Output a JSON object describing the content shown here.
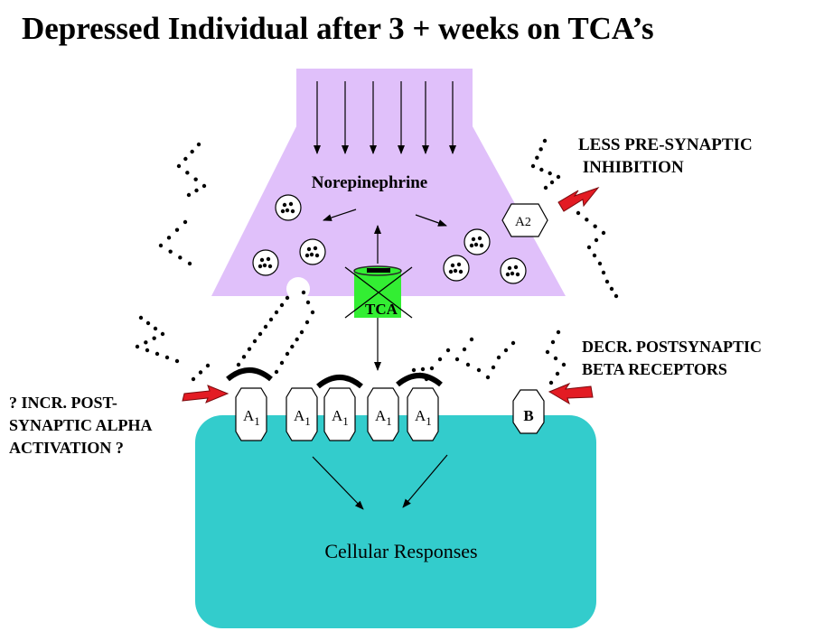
{
  "title": "Depressed Individual after 3 + weeks on TCA’s",
  "colors": {
    "presynaptic": "#e0c0fa",
    "postsynaptic": "#33cccc",
    "drug": "#33ee33",
    "arrow_callout": "#e31b23",
    "receptor_cap": "#000000"
  },
  "presynaptic": {
    "label": "Norepinephrine",
    "drug_label": "TCA",
    "autoreceptor_label": "A",
    "autoreceptor_subscript": "2"
  },
  "receptors": {
    "alpha_label": "A",
    "alpha_subscript": "1",
    "beta_label": "B"
  },
  "postsynaptic": {
    "label": "Cellular Responses"
  },
  "callouts": {
    "presynaptic_inhibition": [
      "LESS PRE-SYNAPTIC",
      " INHIBITION"
    ],
    "beta_receptors": [
      "DECR. POSTSYNAPTIC",
      "BETA RECEPTORS"
    ],
    "alpha_activation": [
      "? INCR. POST-",
      "SYNAPTIC ALPHA",
      "ACTIVATION ?"
    ]
  }
}
